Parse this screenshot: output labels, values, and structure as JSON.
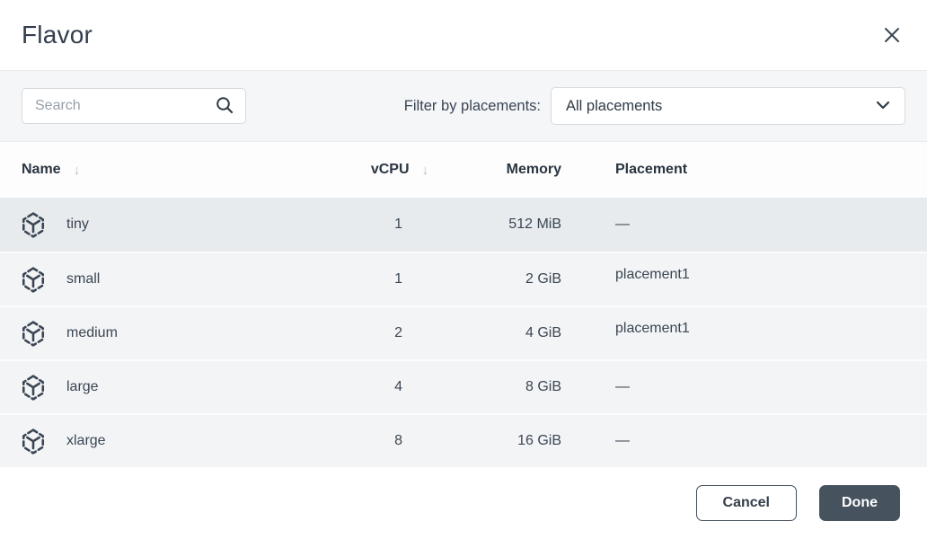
{
  "dialog": {
    "title": "Flavor"
  },
  "toolbar": {
    "search_placeholder": "Search",
    "filter_label": "Filter by placements:",
    "filter_selected": "All placements"
  },
  "table": {
    "columns": [
      {
        "label": "Name",
        "sort_icon": "arrow-down"
      },
      {
        "label": "vCPU",
        "sort_icon": "arrow-down"
      },
      {
        "label": "Memory",
        "sort_icon": null
      },
      {
        "label": "Placement",
        "sort_icon": null
      }
    ],
    "sort_glyph": "↓",
    "rows": [
      {
        "name": "tiny",
        "vcpu": "1",
        "memory": "512 MiB",
        "placement": "—",
        "highlighted": true,
        "placement_is_link": false
      },
      {
        "name": "small",
        "vcpu": "1",
        "memory": "2 GiB",
        "placement": "placement1",
        "highlighted": false,
        "placement_is_link": true
      },
      {
        "name": "medium",
        "vcpu": "2",
        "memory": "4 GiB",
        "placement": "placement1",
        "highlighted": false,
        "placement_is_link": true
      },
      {
        "name": "large",
        "vcpu": "4",
        "memory": "8 GiB",
        "placement": "—",
        "highlighted": false,
        "placement_is_link": false
      },
      {
        "name": "xlarge",
        "vcpu": "8",
        "memory": "16 GiB",
        "placement": "—",
        "highlighted": false,
        "placement_is_link": false
      }
    ]
  },
  "footer": {
    "cancel_label": "Cancel",
    "done_label": "Done"
  },
  "colors": {
    "toolbar_bg": "#f5f6f8",
    "row_bg": "#f3f4f6",
    "row_highlight_bg": "#e8ebed",
    "text_dark": "#3a4653",
    "button_dark_bg": "#46525e",
    "sort_arrow_gray": "#b7bec5",
    "input_border": "#d6dade"
  }
}
